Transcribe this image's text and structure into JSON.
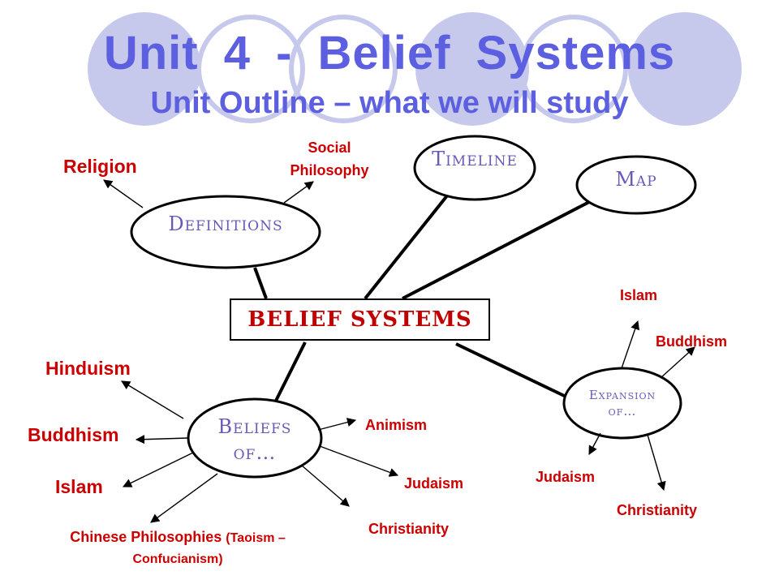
{
  "title": {
    "main": "Unit 4 - Belief Systems",
    "subtitle": "Unit Outline – what we will study"
  },
  "center": {
    "label": "BELIEF SYSTEMS"
  },
  "nodes": {
    "definitions": {
      "label": "Definitions",
      "children": [
        "Religion",
        "Social Philosophy"
      ]
    },
    "timeline": {
      "label": "Timeline"
    },
    "map": {
      "label": "Map"
    },
    "beliefs": {
      "label_line1": "Beliefs",
      "label_line2": "of…",
      "children": {
        "hinduism": "Hinduism",
        "buddhism": "Buddhism",
        "islam": "Islam",
        "chinese_main": "Chinese Philosophies",
        "chinese_paren_open": "(Taoism –",
        "chinese_paren_close": "Confucianism)",
        "animism": "Animism",
        "judaism": "Judaism",
        "christianity": "Christianity"
      }
    },
    "expansion": {
      "label_line1": "Expansion",
      "label_line2": "of…",
      "children": {
        "islam": "Islam",
        "buddhism": "Buddhism",
        "judaism": "Judaism",
        "christianity": "Christianity"
      }
    }
  },
  "colors": {
    "title": "#5b5fe0",
    "node_label": "#6a58b8",
    "leaf_text": "#cc0000",
    "center_text": "#c00000",
    "decoration": "#c7c9ec"
  }
}
